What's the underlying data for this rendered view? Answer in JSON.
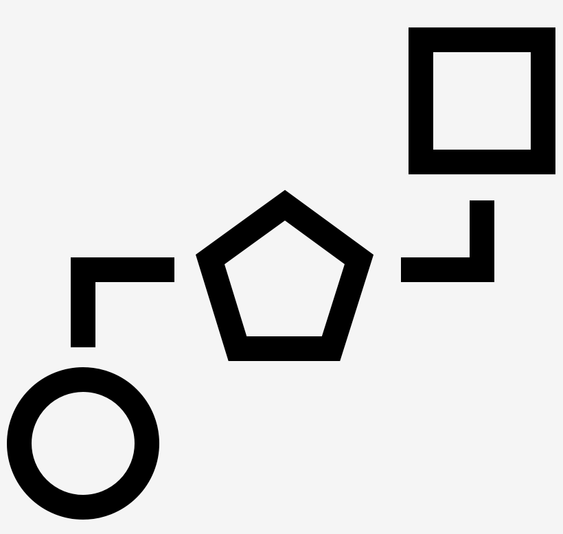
{
  "icon": {
    "name": "workflow-shapes-icon",
    "stroke_color": "#000000",
    "background_color": "#f5f5f5",
    "shapes": [
      "circle",
      "pentagon",
      "square"
    ],
    "connectors": [
      "left-connector",
      "right-connector"
    ]
  }
}
